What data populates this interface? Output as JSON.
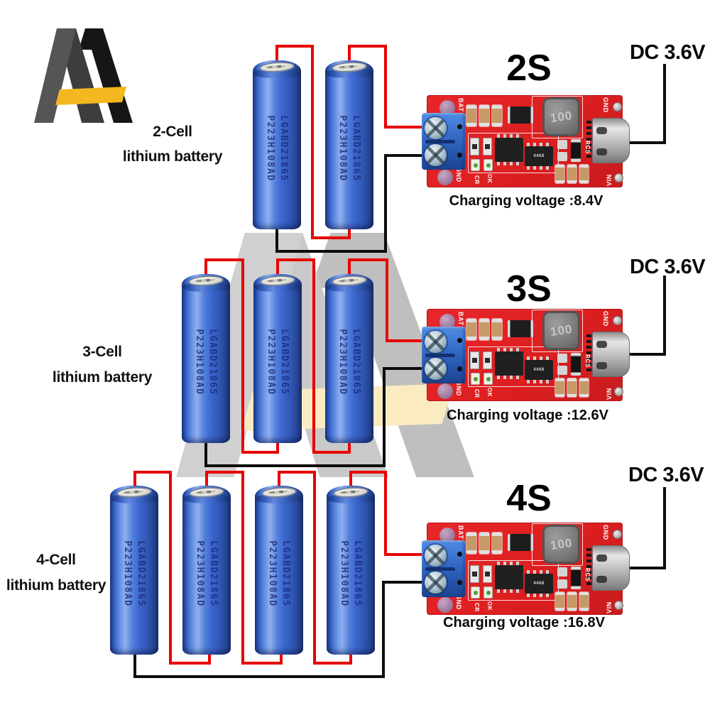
{
  "brand": {
    "logo_gray": "#4b4b4b",
    "logo_black": "#161616",
    "logo_gold": "#f3b71f"
  },
  "rows": [
    {
      "cell_label": "2-Cell",
      "cell_label2": "lithium battery",
      "series": "2S",
      "dc_input": "DC 3.6V",
      "charging": "Charging voltage :8.4V",
      "battery_count": 2
    },
    {
      "cell_label": "3-Cell",
      "cell_label2": "lithium battery",
      "series": "3S",
      "dc_input": "DC 3.6V",
      "charging": "Charging voltage :12.6V",
      "battery_count": 3
    },
    {
      "cell_label": "4-Cell",
      "cell_label2": "lithium battery",
      "series": "4S",
      "dc_input": "DC 3.6V",
      "charging": "Charging voltage :16.8V",
      "battery_count": 4
    }
  ],
  "battery": {
    "print_line1": "LGABD21865",
    "print_line2": "P223H108AD",
    "body_color": "#3f6ed6"
  },
  "module": {
    "inductor_marking": "100",
    "chip_marking": "4468",
    "labels": {
      "bat": "BAT",
      "gnd": "GND",
      "vin": "VIN",
      "rcs": "RCS",
      "cr": "CR",
      "ok": "OK"
    },
    "pcb_color": "#e02226",
    "terminal_color": "#3268c4"
  },
  "wires": {
    "positive_color": "#e80000",
    "negative_color": "#0d0d0d"
  }
}
